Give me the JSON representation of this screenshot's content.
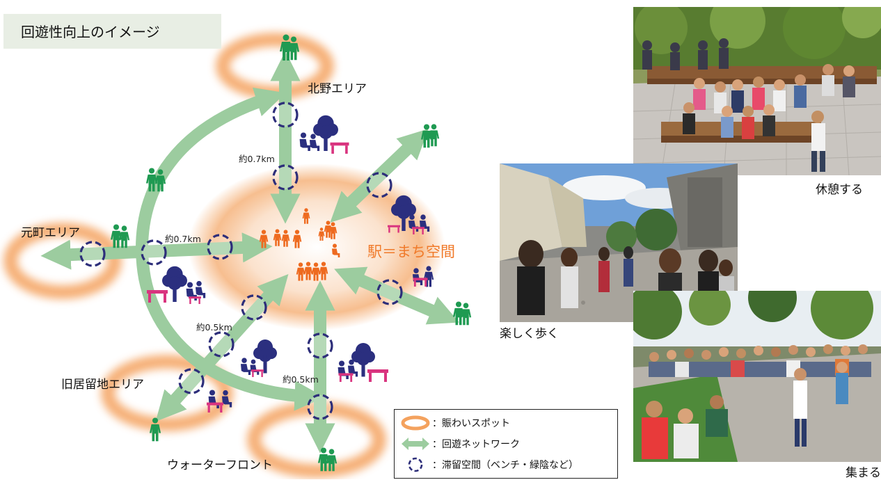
{
  "title": "回遊性向上のイメージ",
  "areas": {
    "kitano": "北野エリア",
    "motomachi": "元町エリア",
    "kyokyoryuchi": "旧居留地エリア",
    "waterfront": "ウォーターフロント",
    "station": "駅＝まち空間"
  },
  "distances": {
    "north": "約0.7km",
    "west": "約0.7km",
    "southwest": "約0.5km",
    "south": "約0.5km"
  },
  "legend": {
    "spot": "：賑わいスポット",
    "network": "：回遊ネットワーク",
    "rest": "：滞留空間（ベンチ・緑陰など）"
  },
  "photos": {
    "rest": "休憩する",
    "walk": "楽しく歩く",
    "gather": "集まる"
  },
  "colors": {
    "spot": "#f4a25e",
    "network": "#9ccc9f",
    "rest": "#2d2e7a",
    "station_text": "#f07a2a",
    "people_orange": "#ee6a1f",
    "people_green": "#1f9a52",
    "people_navy": "#2b2f7f",
    "bench": "#d9347f"
  }
}
